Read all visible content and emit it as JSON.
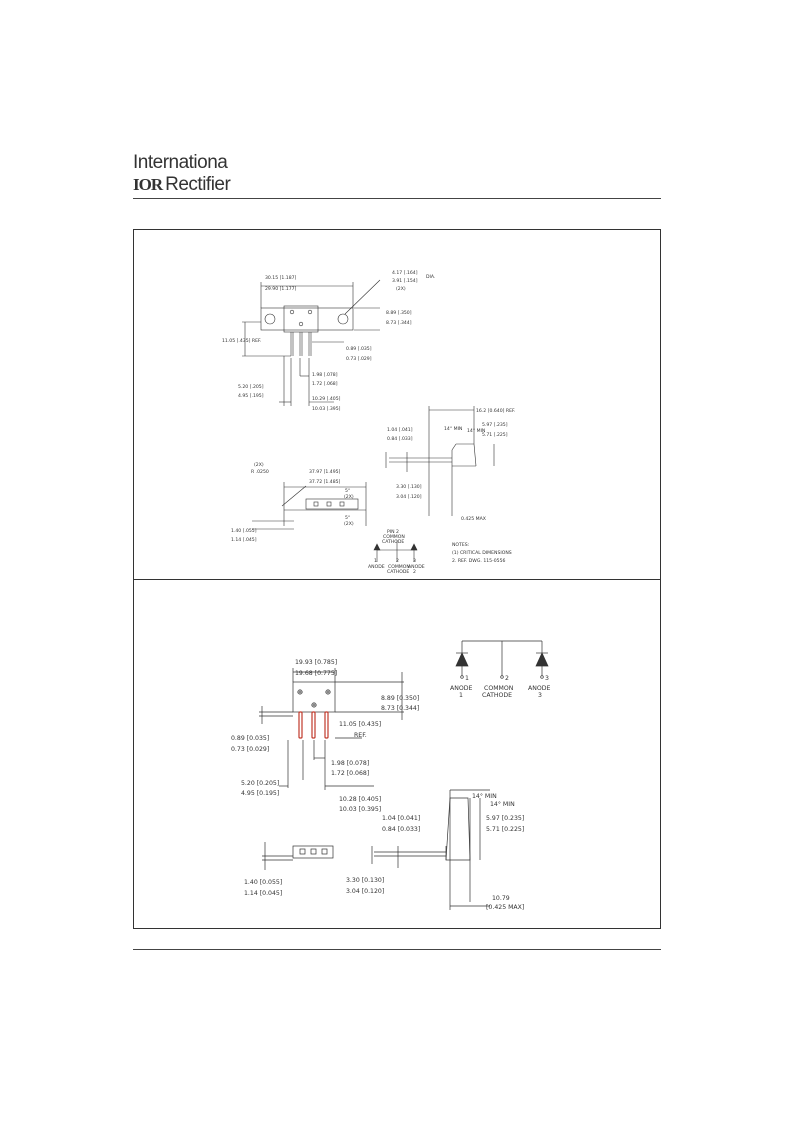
{
  "header": {
    "logo_line1": "Internationa",
    "logo_ior": "IOR",
    "logo_line2": "Rectifier"
  },
  "top": {
    "d_width": [
      "30.15 [1.187]",
      "29.90 [1.177]"
    ],
    "d_hole": [
      "4.17 [.164]",
      "3.91 [.154]",
      "(2X)"
    ],
    "dia": "DIA.",
    "d_tab": [
      "8.89 [.350]",
      "8.73 [.344]"
    ],
    "d_ref": "11.05 [.435] REF.",
    "d_lead": [
      "0.89 [.035]",
      "0.73 [.029]"
    ],
    "d_pitch": [
      "1.98 [.078]",
      "1.72 [.068]"
    ],
    "d_left": [
      "5.20 [.205]",
      "4.95 [.195]"
    ],
    "d_span": [
      "10.29 [.405]",
      "10.03 [.395]"
    ],
    "d_side_ref": "16.2 [0.640] REF.",
    "ang14a": "14° MIN",
    "ang14b": "14° MIN",
    "d_side_h": [
      "5.97 [.235]",
      "5.71 [.225]"
    ],
    "d_side_t": [
      "1.04 [.041]",
      "0.84 [.033]"
    ],
    "d_base": [
      "3.30 [.130]",
      "3.04 [.120]"
    ],
    "d_max": "0.425 MAX",
    "r_note": [
      "(2X)",
      "R .0250"
    ],
    "d_len": [
      "37.97 [1.495]",
      "37.72 [1.485]"
    ],
    "ang5a": "5°",
    "ang5b": "(2X)",
    "ang5c": "5°",
    "ang5d": "(2X)",
    "d_bot": [
      "1.40 [.055]",
      "1.14 [.045]"
    ],
    "schem": {
      "top": [
        "PIN 2",
        "COMMON",
        "CATHODE"
      ],
      "a1": [
        "1",
        "ANODE"
      ],
      "a2": [
        "2",
        "COMMON",
        "CATHODE"
      ],
      "a3": [
        "3",
        "ANODE",
        "2"
      ]
    },
    "notes": [
      "NOTES:",
      "(1) CRITICAL DIMENSIONS",
      "2. REF. DWG. 115-0556"
    ]
  },
  "bottom": {
    "d_width": [
      "19.93 [0.785]",
      "19.68 [0.775]"
    ],
    "d_tab": [
      "8.89 [0.350]",
      "8.73 [0.344]"
    ],
    "d_ref": [
      "11.05 [0.435]",
      "REF."
    ],
    "d_lead": [
      "0.89 [0.035]",
      "0.73 [0.029]"
    ],
    "d_pitch": [
      "1.98 [0.078]",
      "1.72 [0.068]"
    ],
    "d_left": [
      "5.20 [0.205]",
      "4.95 [0.195]"
    ],
    "d_span": [
      "10.28 [0.405]",
      "10.03 [0.395]"
    ],
    "ang14a": "14° MIN",
    "ang14b": "14° MIN",
    "d_side_t": [
      "1.04 [0.041]",
      "0.84 [0.033]"
    ],
    "d_side_h": [
      "5.97 [0.235]",
      "5.71 [0.225]"
    ],
    "d_base": [
      "3.30 [0.130]",
      "3.04 [0.120]"
    ],
    "d_max": [
      "10.79",
      "[0.425 MAX]"
    ],
    "d_bot": [
      "1.40 [0.055]",
      "1.14 [0.045]"
    ],
    "schem": {
      "a1": [
        "1",
        "ANODE",
        "1"
      ],
      "a2": [
        "2",
        "COMMON",
        "CATHODE"
      ],
      "a3": [
        "3",
        "ANODE",
        "3"
      ]
    }
  },
  "colors": {
    "leads": "#c0392b",
    "line": "#333333"
  }
}
